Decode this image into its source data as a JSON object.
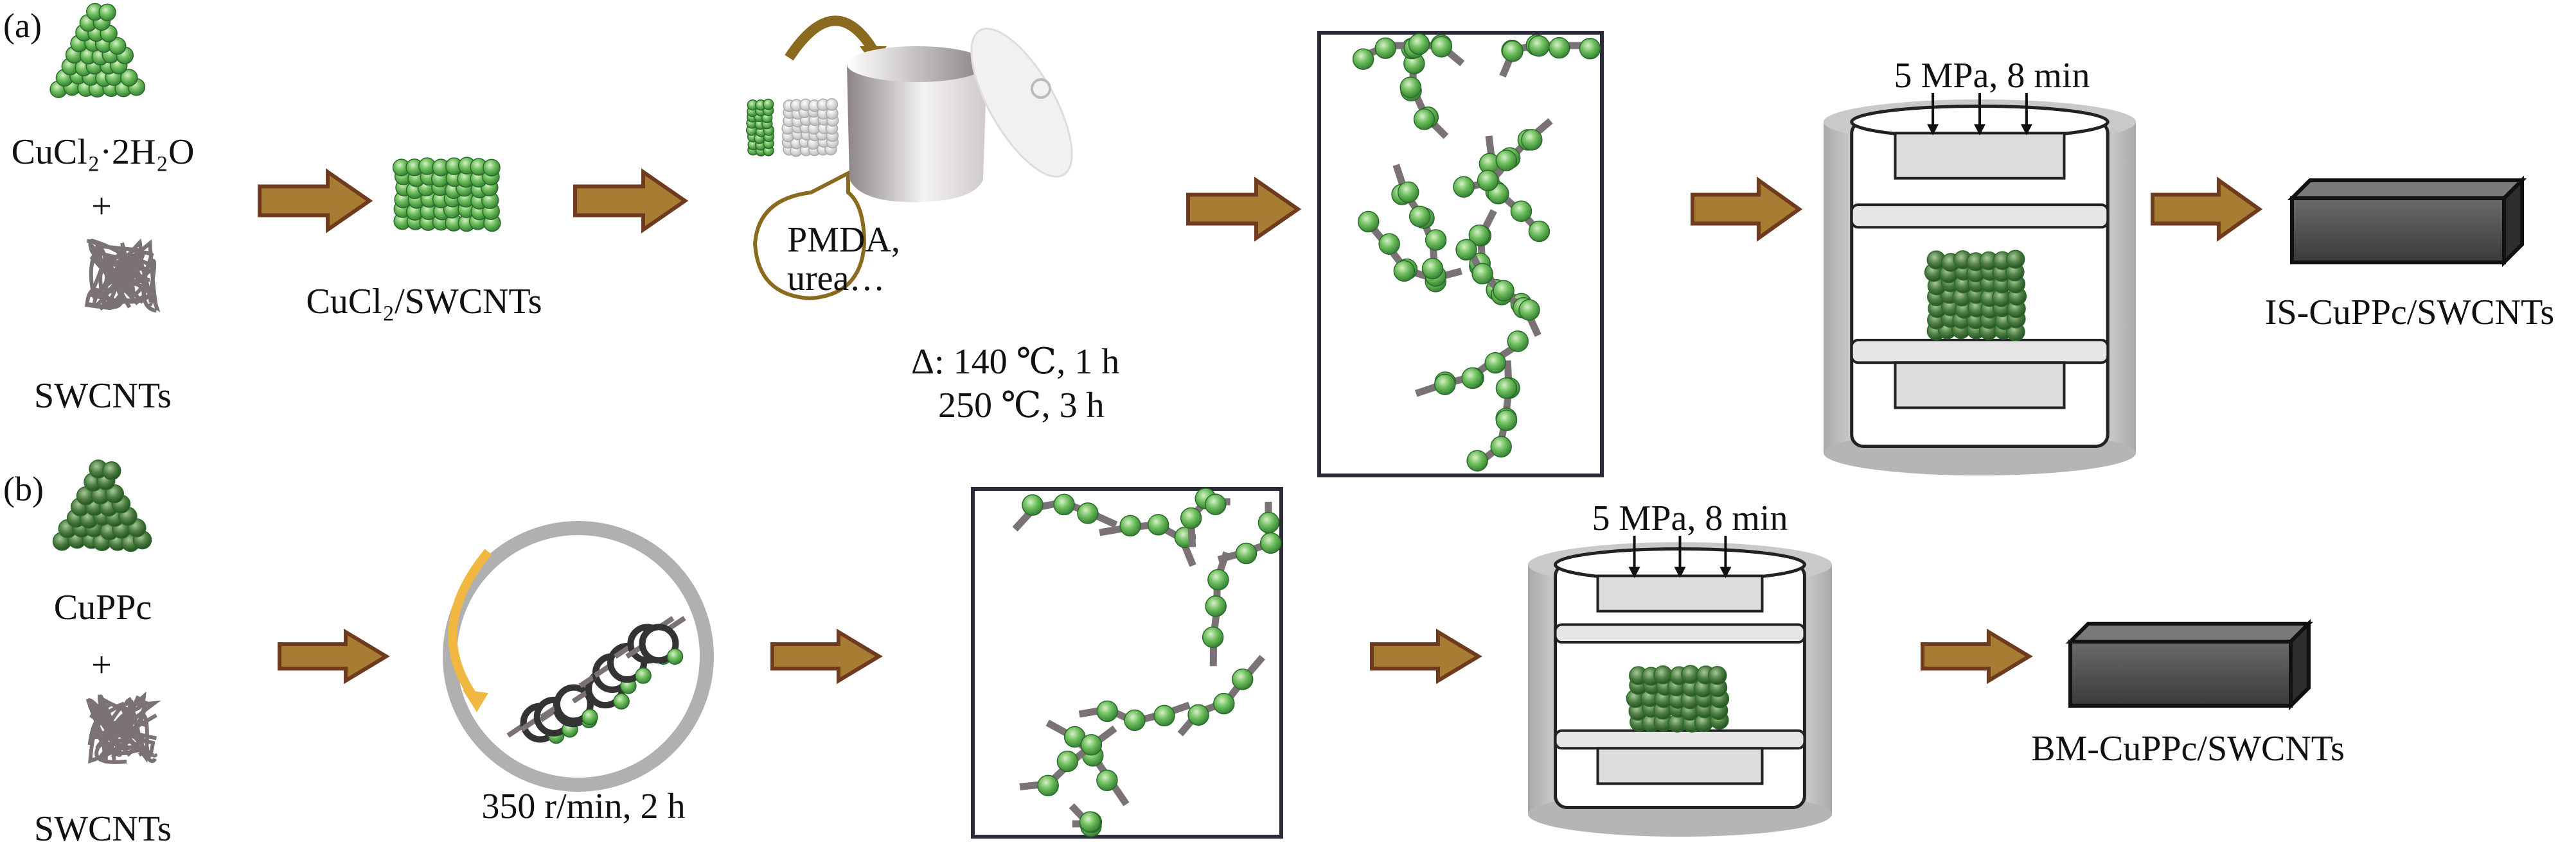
{
  "panel_a": {
    "label": "(a)",
    "reactant1": "CuCl₂·2H₂O",
    "plus": "+",
    "reactant2": "SWCNTs",
    "intermediate": "CuCl₂/SWCNTs",
    "bubble_line1": "PMDA,",
    "bubble_line2": "urea…",
    "heat_line1": "Δ: 140 ℃, 1 h",
    "heat_line2": "250 ℃, 3 h",
    "press_label": "5 MPa, 8 min",
    "product": "IS-CuPPc/SWCNTs"
  },
  "panel_b": {
    "label": "(b)",
    "reactant1": "CuPPc",
    "plus": "+",
    "reactant2": "SWCNTs",
    "mill_label": "350 r/min, 2 h",
    "press_label": "5 MPa, 8 min",
    "product": "BM-CuPPc/SWCNTs"
  },
  "colors": {
    "arrow_fill": "#a77d33",
    "arrow_stroke": "#6e3b1f",
    "green_light": "#9fd98f",
    "green_dark": "#2f7a2f",
    "tube_gray": "#7a7274",
    "block": "#4a4a4a"
  }
}
